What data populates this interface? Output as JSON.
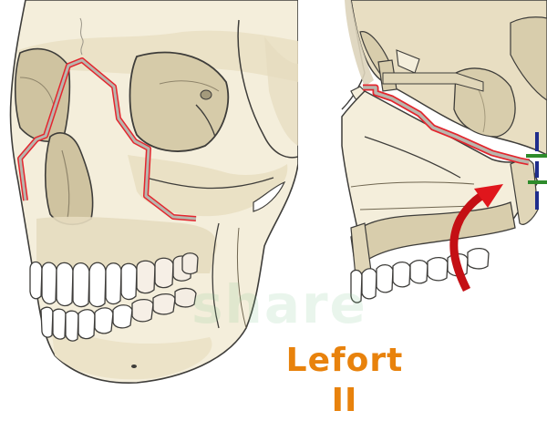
{
  "figure": {
    "title": "Lefort II",
    "watermark_text": "share",
    "panels": [
      {
        "id": "left",
        "label": "Frontal-oblique skull view with Le Fort II fracture line"
      },
      {
        "id": "right",
        "label": "Lateral sagittal view of midface with displaced maxilla"
      }
    ]
  },
  "colors": {
    "background": "#ffffff",
    "bone_light": "#f4eedb",
    "bone_mid": "#e6dcbf",
    "bone_dark": "#cfc3a0",
    "bone_shadow": "#b9ac88",
    "outline": "#3e3d3a",
    "fracture_red": "#e3262e",
    "fracture_fill": "#b8b6ad",
    "arrow_red": "#c40f14",
    "marker_blue": "#1f2d8c",
    "marker_green": "#2e8b2b",
    "title_orange": "#e8820c",
    "watermark_green": "#7cc58e",
    "tooth_white": "#ffffff"
  },
  "annotations": {
    "fracture_line": "Le Fort II (pyramidal) fracture",
    "arrow": "red-curved-arrow",
    "markers": [
      "blue-vertical-dashes",
      "green-horizontal-ticks"
    ]
  }
}
